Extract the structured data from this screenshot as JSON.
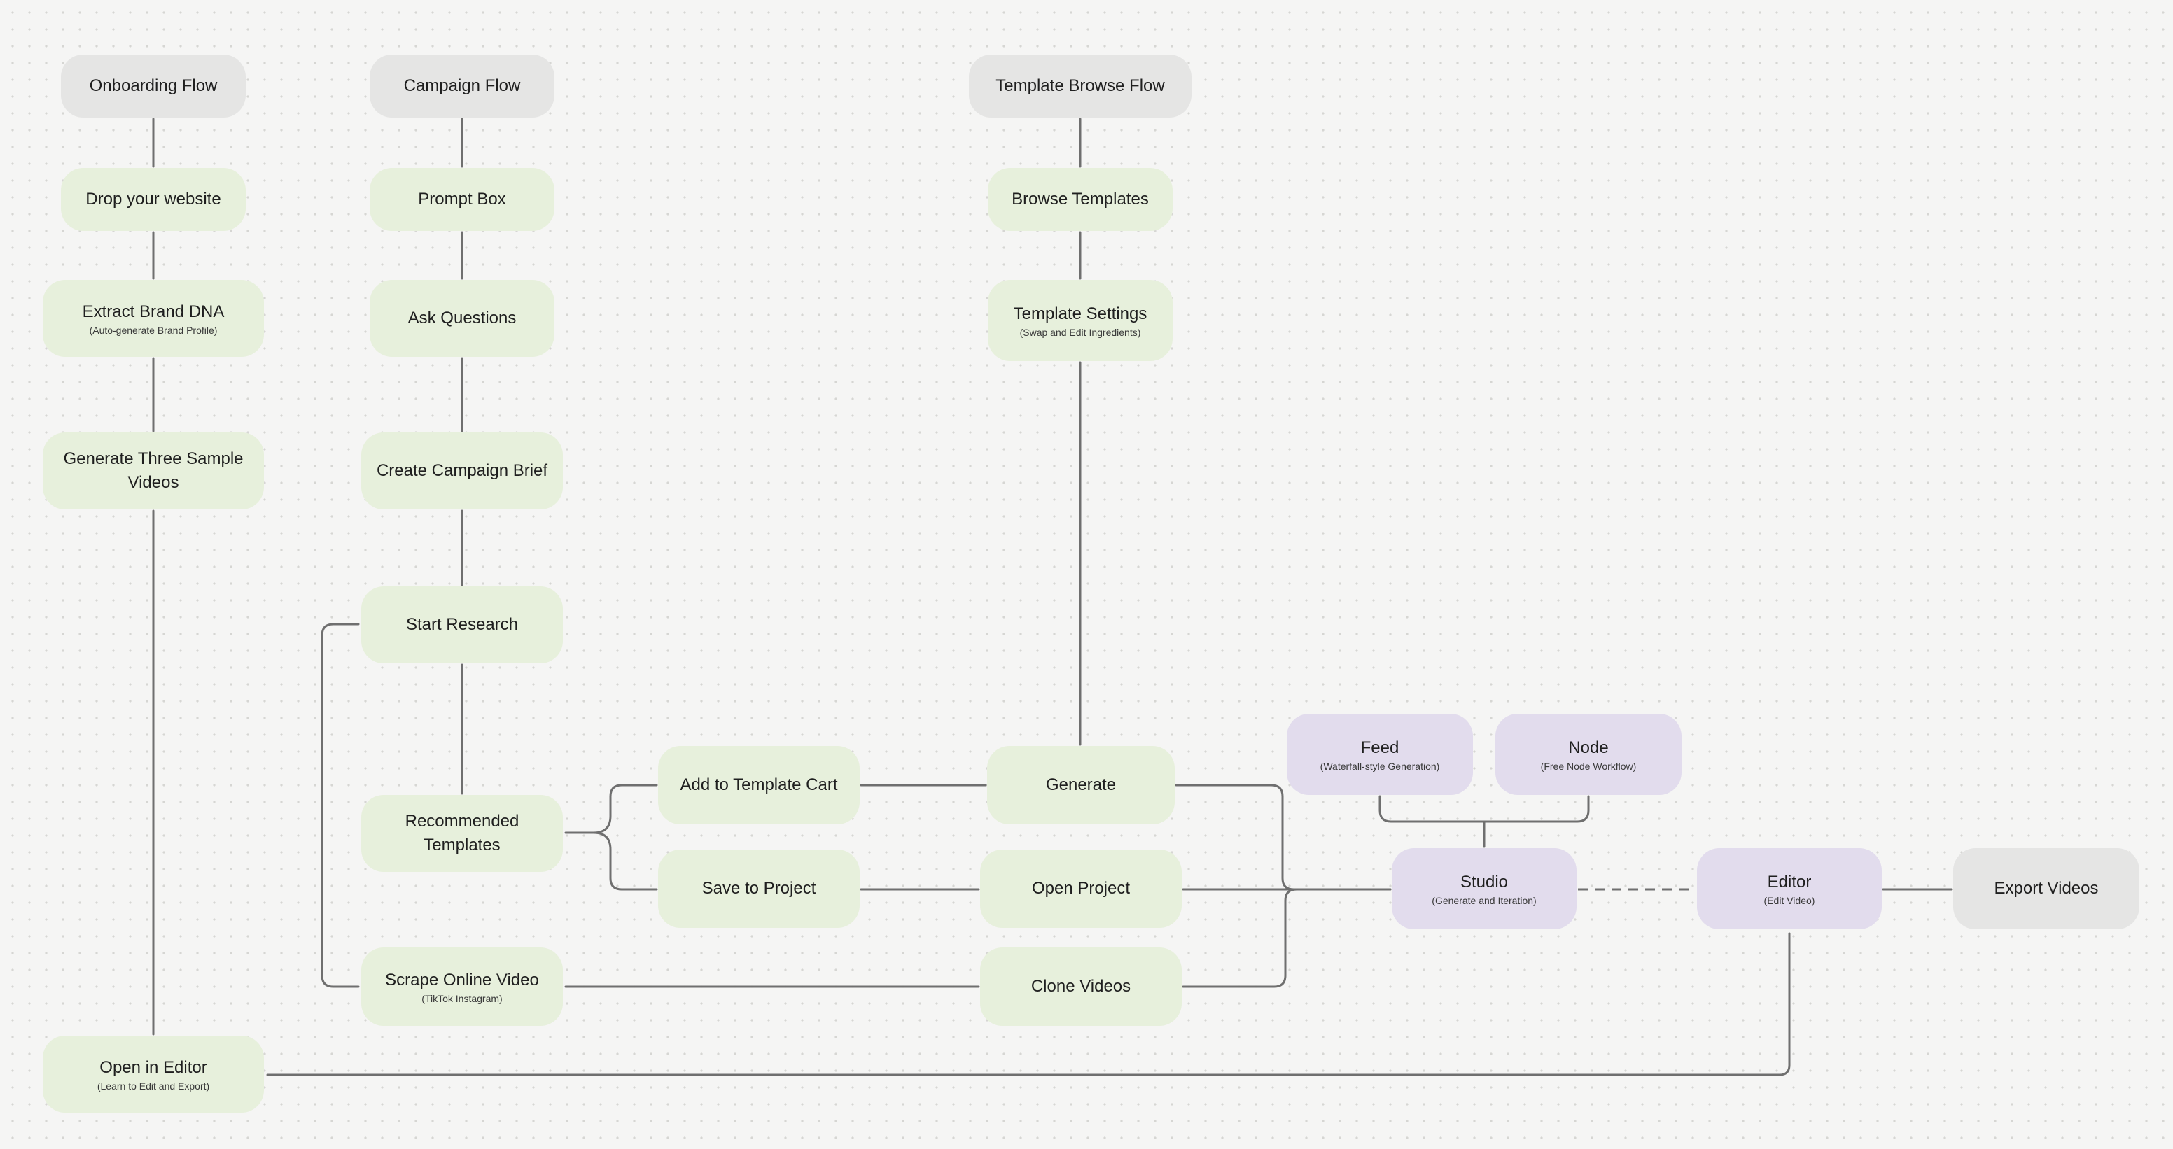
{
  "diagram": {
    "columns": {
      "onboarding": {
        "header": "Onboarding Flow",
        "drop_website": "Drop your website",
        "extract_brand_dna": {
          "title": "Extract Brand DNA",
          "subtitle": "(Auto-generate Brand Profile)"
        },
        "generate_samples": "Generate Three Sample Videos",
        "open_in_editor": {
          "title": "Open in Editor",
          "subtitle": "(Learn to Edit and Export)"
        }
      },
      "campaign": {
        "header": "Campaign Flow",
        "prompt_box": "Prompt Box",
        "ask_questions": "Ask Questions",
        "create_brief": "Create Campaign Brief",
        "start_research": "Start Research",
        "recommended_templates": "Recommended Templates",
        "scrape_online_video": {
          "title": "Scrape Online Video",
          "subtitle": "(TikTok Instagram)"
        }
      },
      "template_browse": {
        "header": "Template Browse Flow",
        "browse_templates": "Browse Templates",
        "template_settings": {
          "title": "Template Settings",
          "subtitle": "(Swap and Edit Ingredients)"
        }
      }
    },
    "actions": {
      "add_to_template_cart": "Add to Template Cart",
      "save_to_project": "Save to Project",
      "generate": "Generate",
      "open_project": "Open Project",
      "clone_videos": "Clone Videos"
    },
    "studio": {
      "feed": {
        "title": "Feed",
        "subtitle": "(Waterfall-style Generation)"
      },
      "node": {
        "title": "Node",
        "subtitle": "(Free Node Workflow)"
      },
      "studio": {
        "title": "Studio",
        "subtitle": "(Generate and Iteration)"
      },
      "editor": {
        "title": "Editor",
        "subtitle": "(Edit Video)"
      }
    },
    "export_videos": "Export Videos"
  }
}
